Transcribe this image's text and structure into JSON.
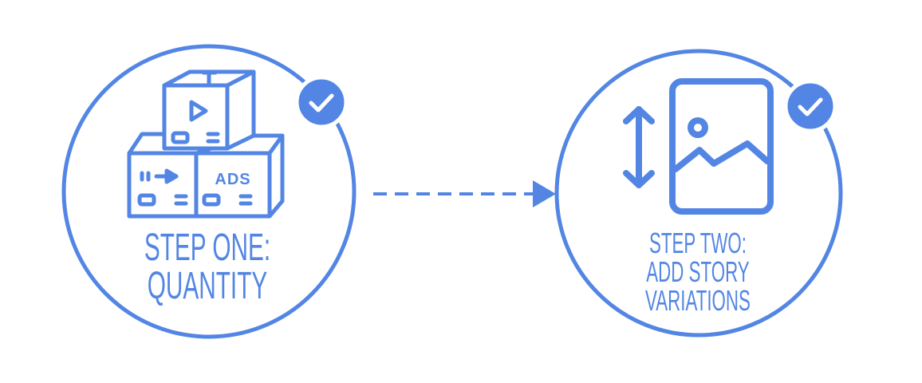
{
  "colors": {
    "accent": "#5386e4",
    "background": "#ffffff",
    "check": "#ffffff"
  },
  "steps": [
    {
      "id": "step-one",
      "label_lines": [
        "STEP ONE:",
        "QUANTITY"
      ],
      "icon": "stacked-ad-boxes-icon",
      "box_texts": [
        "ADS"
      ],
      "status_icon": "checkmark-badge-icon"
    },
    {
      "id": "step-two",
      "label_lines": [
        "STEP TWO:",
        "ADD STORY",
        "VARIATIONS"
      ],
      "icon": "vertical-image-resize-icon",
      "status_icon": "checkmark-badge-icon"
    }
  ],
  "connector": {
    "style": "dashed",
    "direction": "right",
    "icon": "dashed-arrow-right-icon"
  }
}
